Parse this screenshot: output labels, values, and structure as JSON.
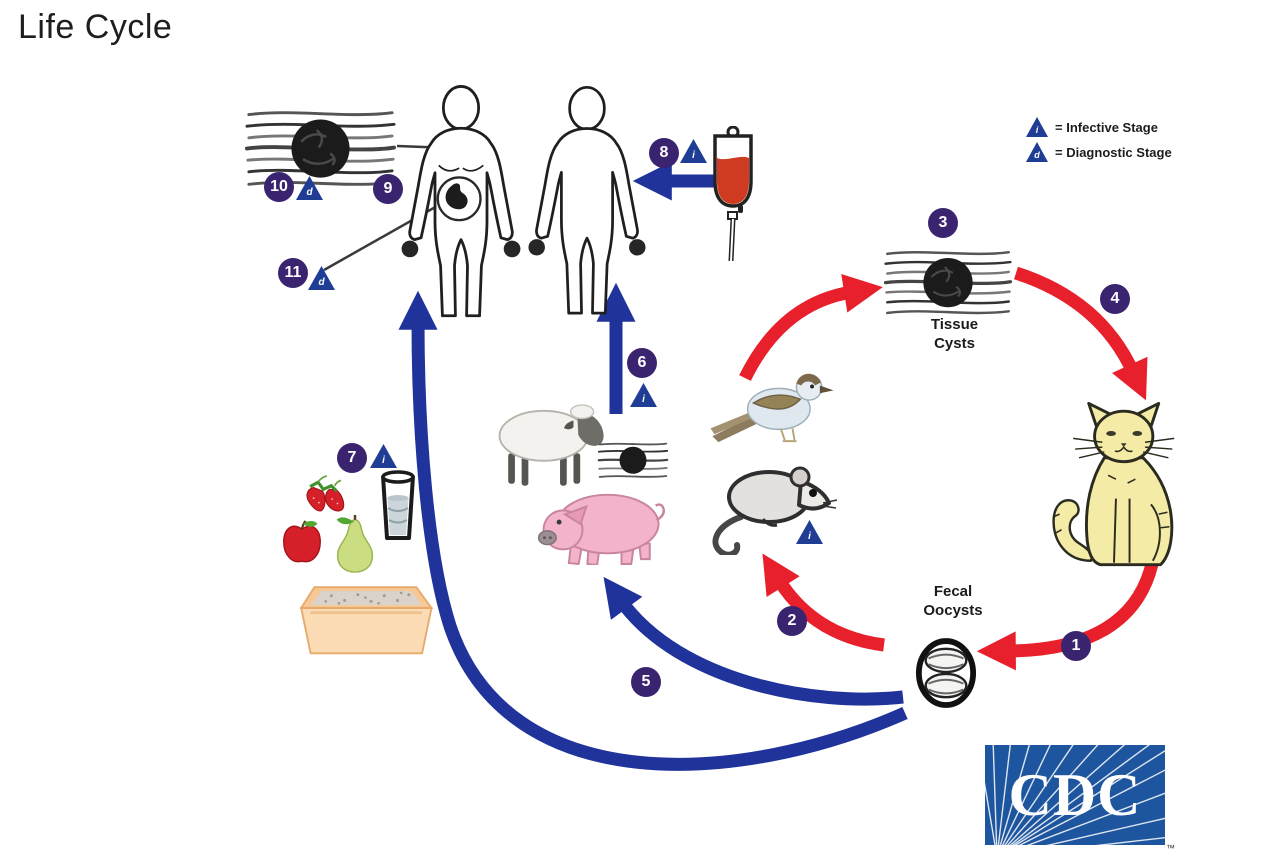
{
  "title": "Life Cycle",
  "legend": {
    "infective": {
      "symbol": "i",
      "label": "= Infective Stage"
    },
    "diagnostic": {
      "symbol": "d",
      "label": "= Diagnostic Stage"
    }
  },
  "labels": {
    "tissue_cysts": "Tissue Cysts",
    "fecal_oocysts": "Fecal Oocysts"
  },
  "stages": [
    {
      "number": "1",
      "triangle": ""
    },
    {
      "number": "2",
      "triangle": ""
    },
    {
      "number": "3",
      "triangle": ""
    },
    {
      "number": "4",
      "triangle": ""
    },
    {
      "number": "5",
      "triangle": ""
    },
    {
      "number": "6",
      "triangle": "i"
    },
    {
      "number": "7",
      "triangle": "i"
    },
    {
      "number": "8",
      "triangle": "i"
    },
    {
      "number": "9",
      "triangle": ""
    },
    {
      "number": "10",
      "triangle": "d"
    },
    {
      "number": "11",
      "triangle": "d"
    }
  ],
  "extra": {
    "mouse_triangle": "i"
  },
  "logo": {
    "text": "CDC",
    "mark": "™"
  },
  "colors": {
    "red_arrow": "#e8202c",
    "blue_arrow": "#20339b",
    "stage_badge": "#3a2470",
    "triangle_marker": "#1f3d94",
    "logo_blue": "#1e559f",
    "cat_yellow": "#f4eba6",
    "pig_pink": "#f3b3ca",
    "litter_peach": "#f9d6ab"
  },
  "figures": [
    "tissue-cyst",
    "pregnant-woman",
    "man",
    "blood-bag",
    "sheep",
    "pig",
    "bird",
    "mouse",
    "cat",
    "fecal-oocyst",
    "strawberries",
    "apple",
    "pear",
    "water-glass",
    "litter-box"
  ]
}
